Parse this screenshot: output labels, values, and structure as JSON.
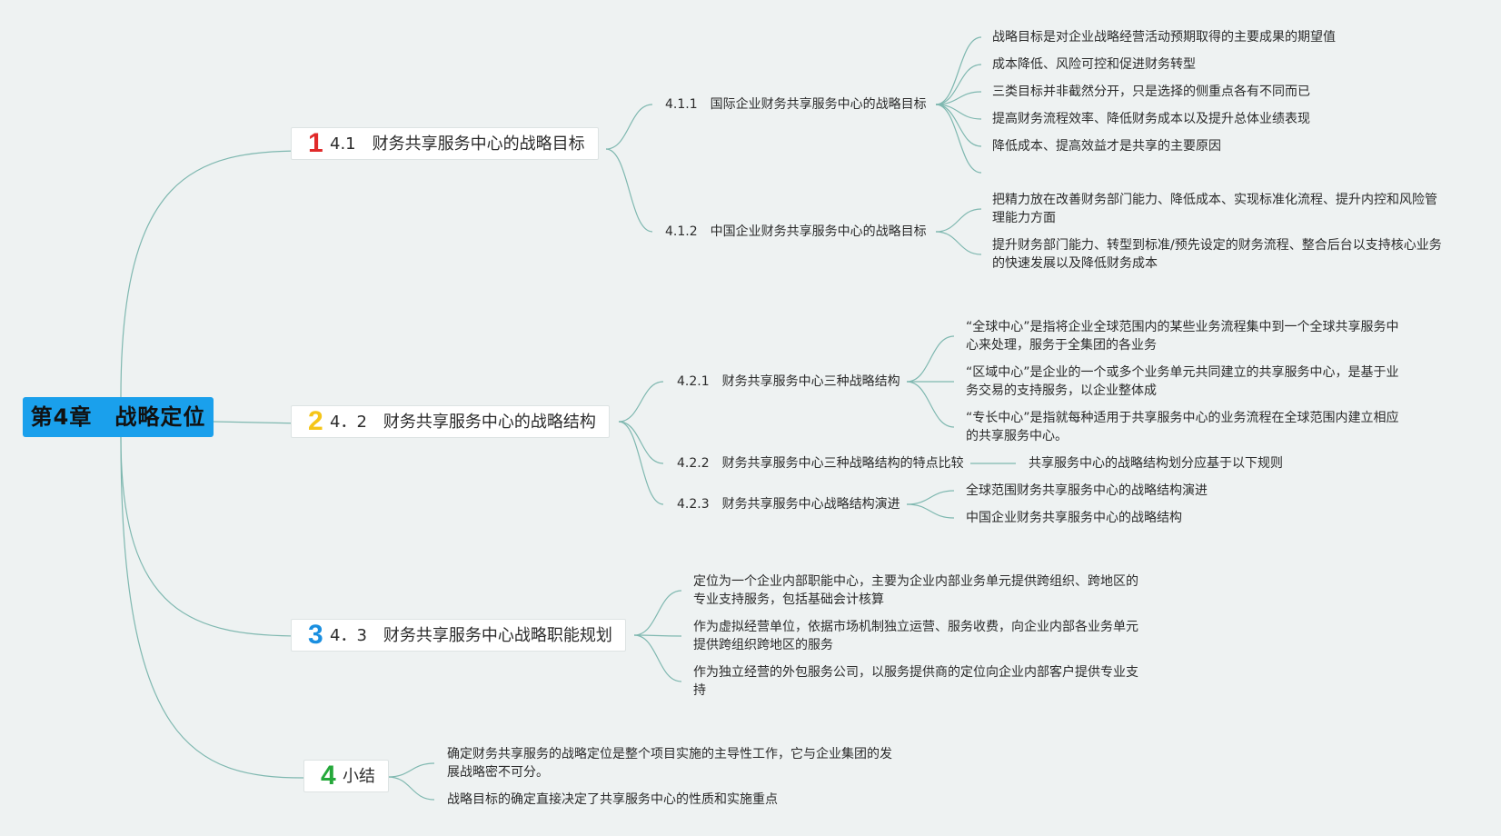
{
  "root": {
    "title": "第4章　战略定位"
  },
  "sections": [
    {
      "num": "1",
      "num_color": "#e02a2a",
      "label": "4.1　财务共享服务中心的战略目标",
      "subs": [
        {
          "label": "4.1.1　国际企业财务共享服务中心的战略目标",
          "leaves": [
            "战略目标是对企业战略经营活动预期取得的主要成果的期望值",
            "成本降低、风险可控和促进财务转型",
            "三类目标并非截然分开，只是选择的侧重点各有不同而已",
            "提高财务流程效率、降低财务成本以及提升总体业绩表现",
            "降低成本、提高效益才是共享的主要原因",
            ""
          ]
        },
        {
          "label": "4.1.2　中国企业财务共享服务中心的战略目标",
          "leaves": [
            "把精力放在改善财务部门能力、降低成本、实现标准化流程、提升内控和风险管理能力方面",
            "提升财务部门能力、转型到标准/预先设定的财务流程、整合后台以支持核心业务的快速发展以及降低财务成本"
          ]
        }
      ]
    },
    {
      "num": "2",
      "num_color": "#f5c518",
      "label": "4．2　财务共享服务中心的战略结构",
      "subs": [
        {
          "label": "4.2.1　财务共享服务中心三种战略结构",
          "leaves": [
            "“全球中心”是指将企业全球范围内的某些业务流程集中到一个全球共享服务中心来处理，服务于全集团的各业务",
            "“区域中心”是企业的一个或多个业务单元共同建立的共享服务中心，是基于业务交易的支持服务，以企业整体成",
            "“专长中心”是指就每种适用于共享服务中心的业务流程在全球范围内建立相应的共享服务中心。"
          ]
        },
        {
          "label": "4.2.2　财务共享服务中心三种战略结构的特点比较",
          "leaves": [
            "共享服务中心的战略结构划分应基于以下规则"
          ]
        },
        {
          "label": "4.2.3　财务共享服务中心战略结构演进",
          "leaves": [
            "全球范围财务共享服务中心的战略结构演进",
            "中国企业财务共享服务中心的战略结构"
          ]
        }
      ]
    },
    {
      "num": "3",
      "num_color": "#1a8fe0",
      "label": "4．3　财务共享服务中心战略职能规划",
      "leaves": [
        "定位为一个企业内部职能中心，主要为企业内部业务单元提供跨组织、跨地区的专业支持服务，包括基础会计核算",
        "作为虚拟经营单位，依据市场机制独立运营、服务收费，向企业内部各业务单元提供跨组织跨地区的服务",
        "作为独立经营的外包服务公司，以服务提供商的定位向企业内部客户提供专业支持"
      ]
    },
    {
      "num": "4",
      "num_color": "#25a83a",
      "label": "小结",
      "leaves": [
        "确定财务共享服务的战略定位是整个项目实施的主导性工作，它与企业集团的发展战略密不可分。",
        "战略目标的确定直接决定了共享服务中心的性质和实施重点"
      ]
    }
  ],
  "colors": {
    "background": "#eef2f2",
    "root_fill": "#1aa0ec",
    "connector": "#7fb8b0"
  }
}
